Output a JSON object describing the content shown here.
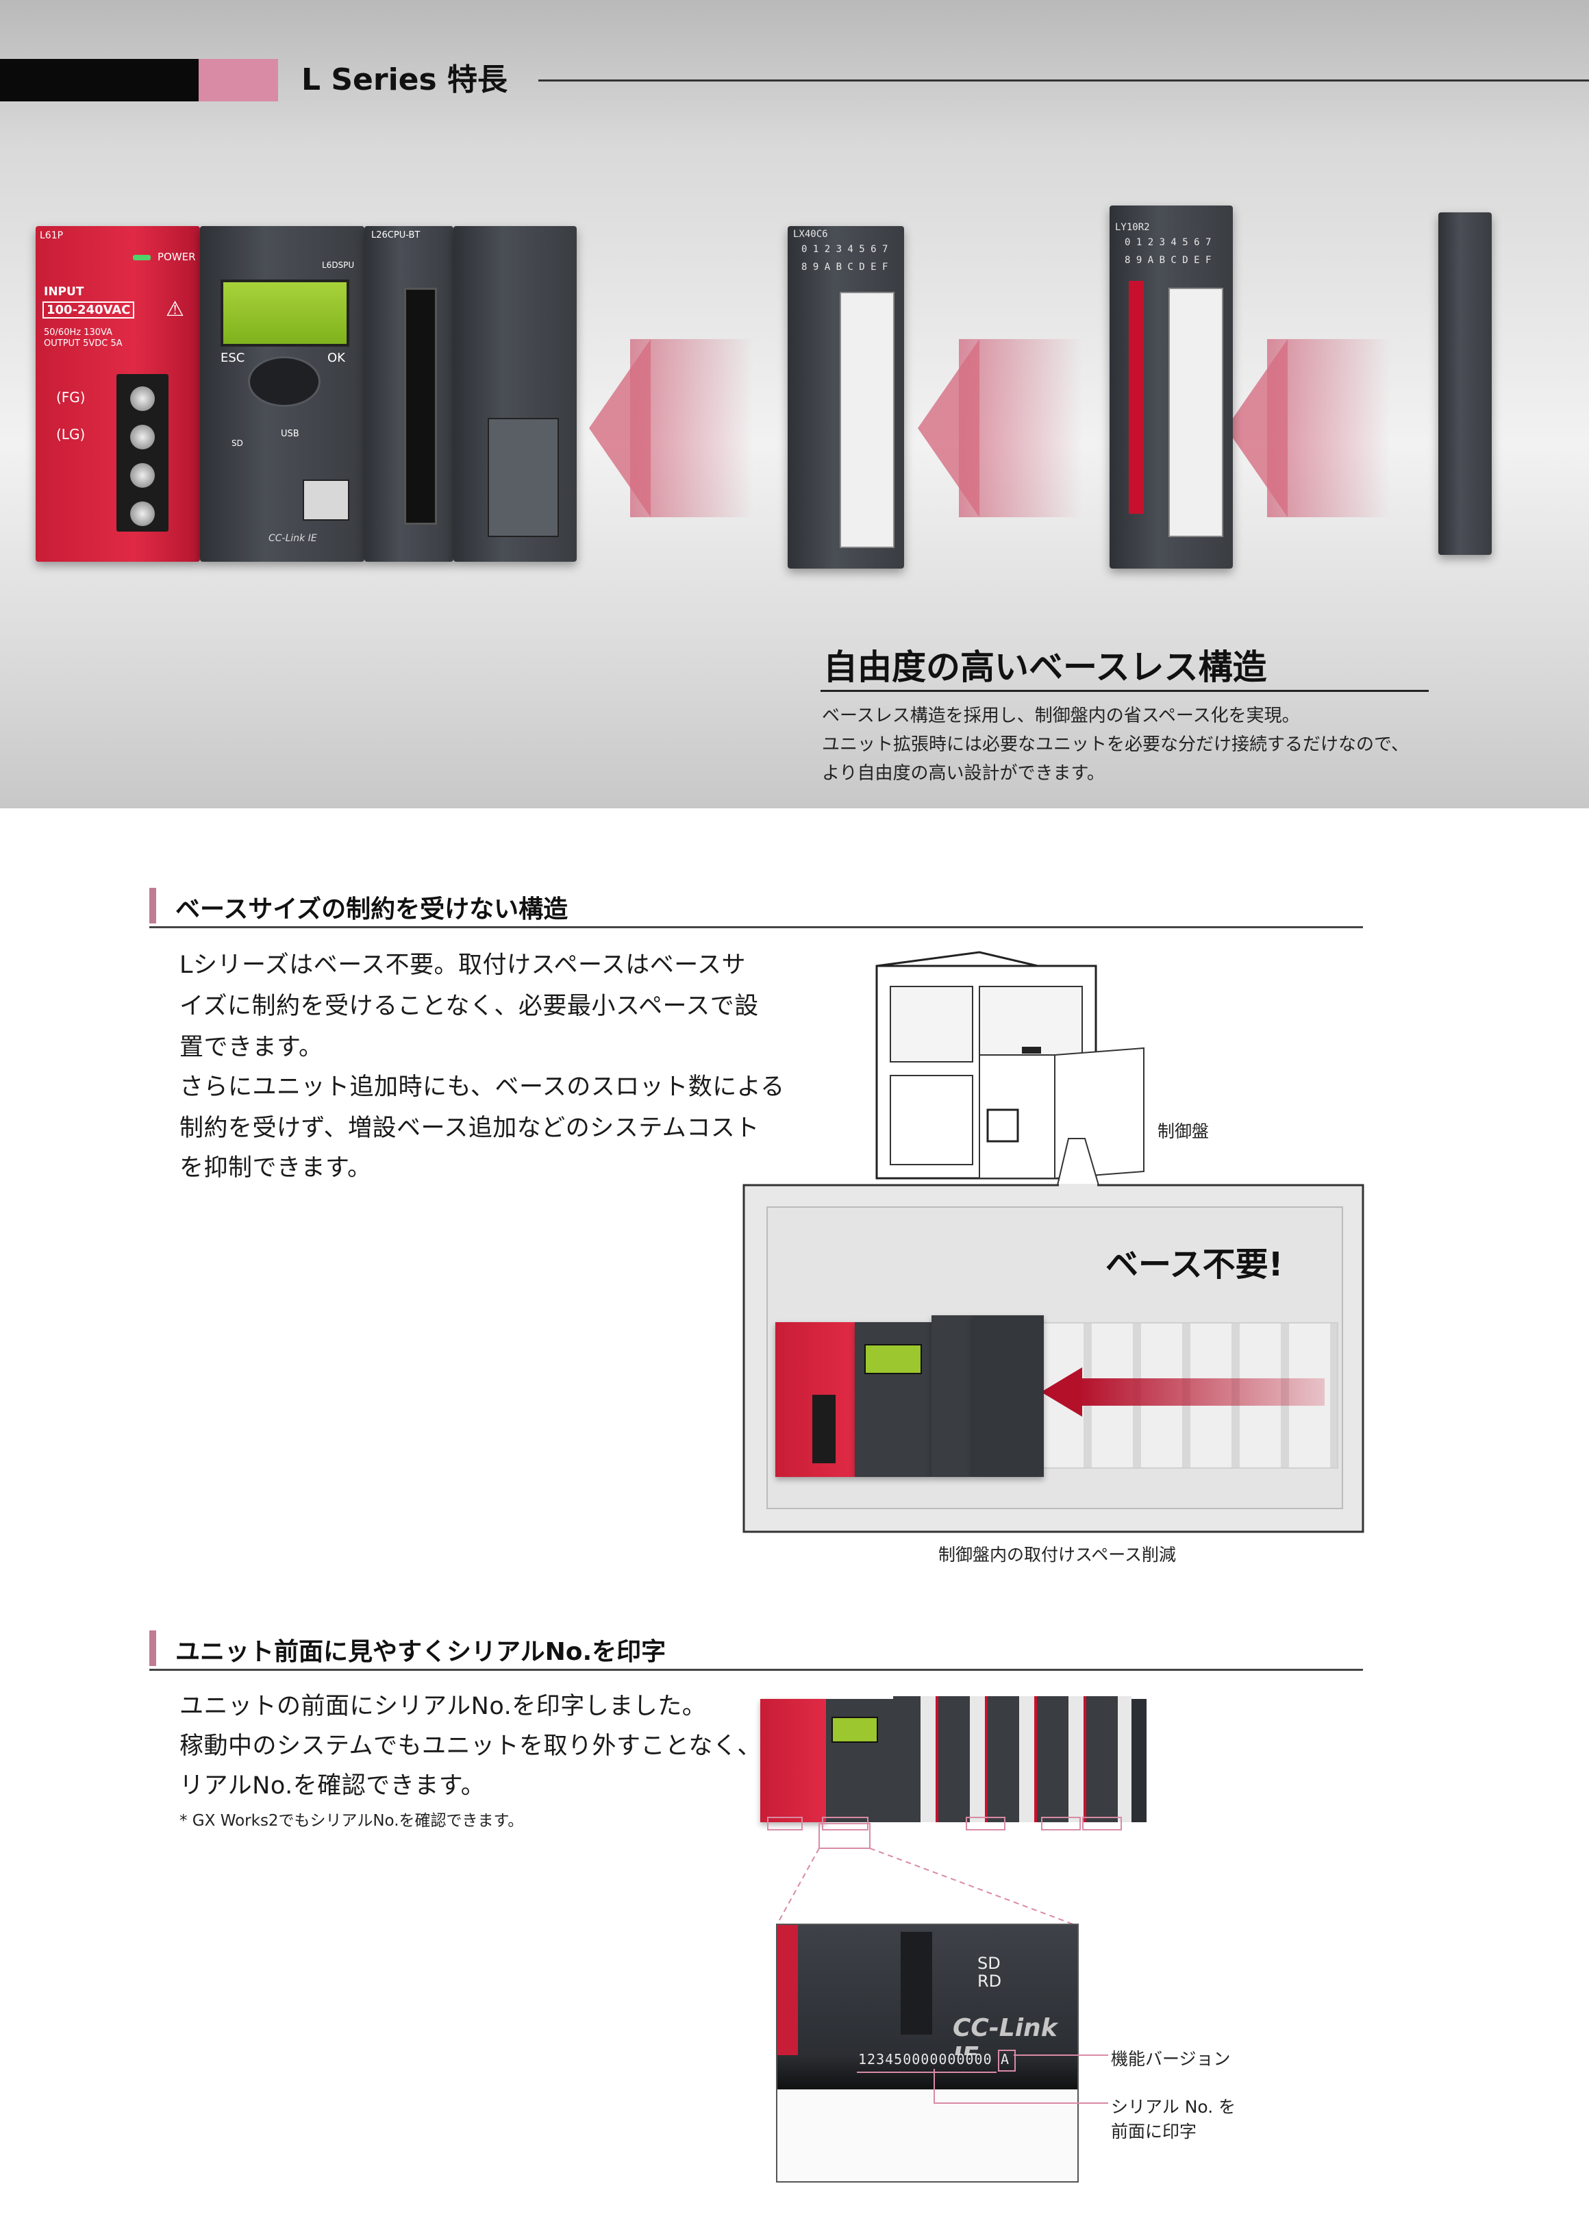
{
  "header": {
    "title": "L Series 特長"
  },
  "hero": {
    "heading": "自由度の高いベースレス構造",
    "lines": [
      "ベースレス構造を採用し、制御盤内の省スペース化を実現。",
      "ユニット拡張時には必要なユニットを必要な分だけ接続するだけなので、",
      "より自由度の高い設計ができます。"
    ],
    "product": {
      "power_model": "L61P",
      "power_led": "POWER",
      "input_label": "INPUT",
      "input_voltage": "100-240VAC",
      "input_spec_1": "50/60Hz 130VA",
      "input_spec_2": "OUTPUT 5VDC 5A",
      "fg": "(FG)",
      "lg": "(LG)",
      "cpu_model": "L26CPU-BT",
      "display_model": "L6DSPU",
      "esc": "ESC",
      "ok": "OK",
      "usb": "USB",
      "sd": "SD",
      "cclink": "CC-Link IE",
      "input_module": "LX40C6",
      "output_module": "LY10R2",
      "hex_top": "0 1 2 3 4 5 6 7",
      "hex_bottom": "8 9 A B C D E F"
    }
  },
  "section1": {
    "title": "ベースサイズの制約を受けない構造",
    "lines": [
      "Lシリーズはベース不要。取付けスペースはベースサ",
      "イズに制約を受けることなく、必要最小スペースで設",
      "置できます。",
      "さらにユニット追加時にも、ベースのスロット数による",
      "制約を受けず、増設ベース追加などのシステムコスト",
      "を抑制できます。"
    ],
    "cabinet_label": "制御盤",
    "callout": "ベース不要!",
    "caption": "制御盤内の取付けスペース削減"
  },
  "section2": {
    "title": "ユニット前面に見やすくシリアルNo.を印字",
    "lines": [
      "ユニットの前面にシリアルNo.を印字しました。",
      "稼動中のシステムでもユニットを取り外すことなく、シ",
      "リアルNo.を確認できます。"
    ],
    "note": "* GX Works2でもシリアルNo.を確認できます。",
    "serial_number": "123450000000000",
    "version_letter": "A",
    "sd": "SD",
    "rd": "RD",
    "label_version": "機能バージョン",
    "label_serial_1": "シリアル No. を",
    "label_serial_2": "前面に印字",
    "cclink": "CC-Link IE"
  },
  "colors": {
    "accent_pink": "#d98aa4",
    "section_bar": "#c07c92",
    "module_red": "#d4213d",
    "module_dark": "#3a3d42",
    "arrow_red": "#c8102e"
  }
}
